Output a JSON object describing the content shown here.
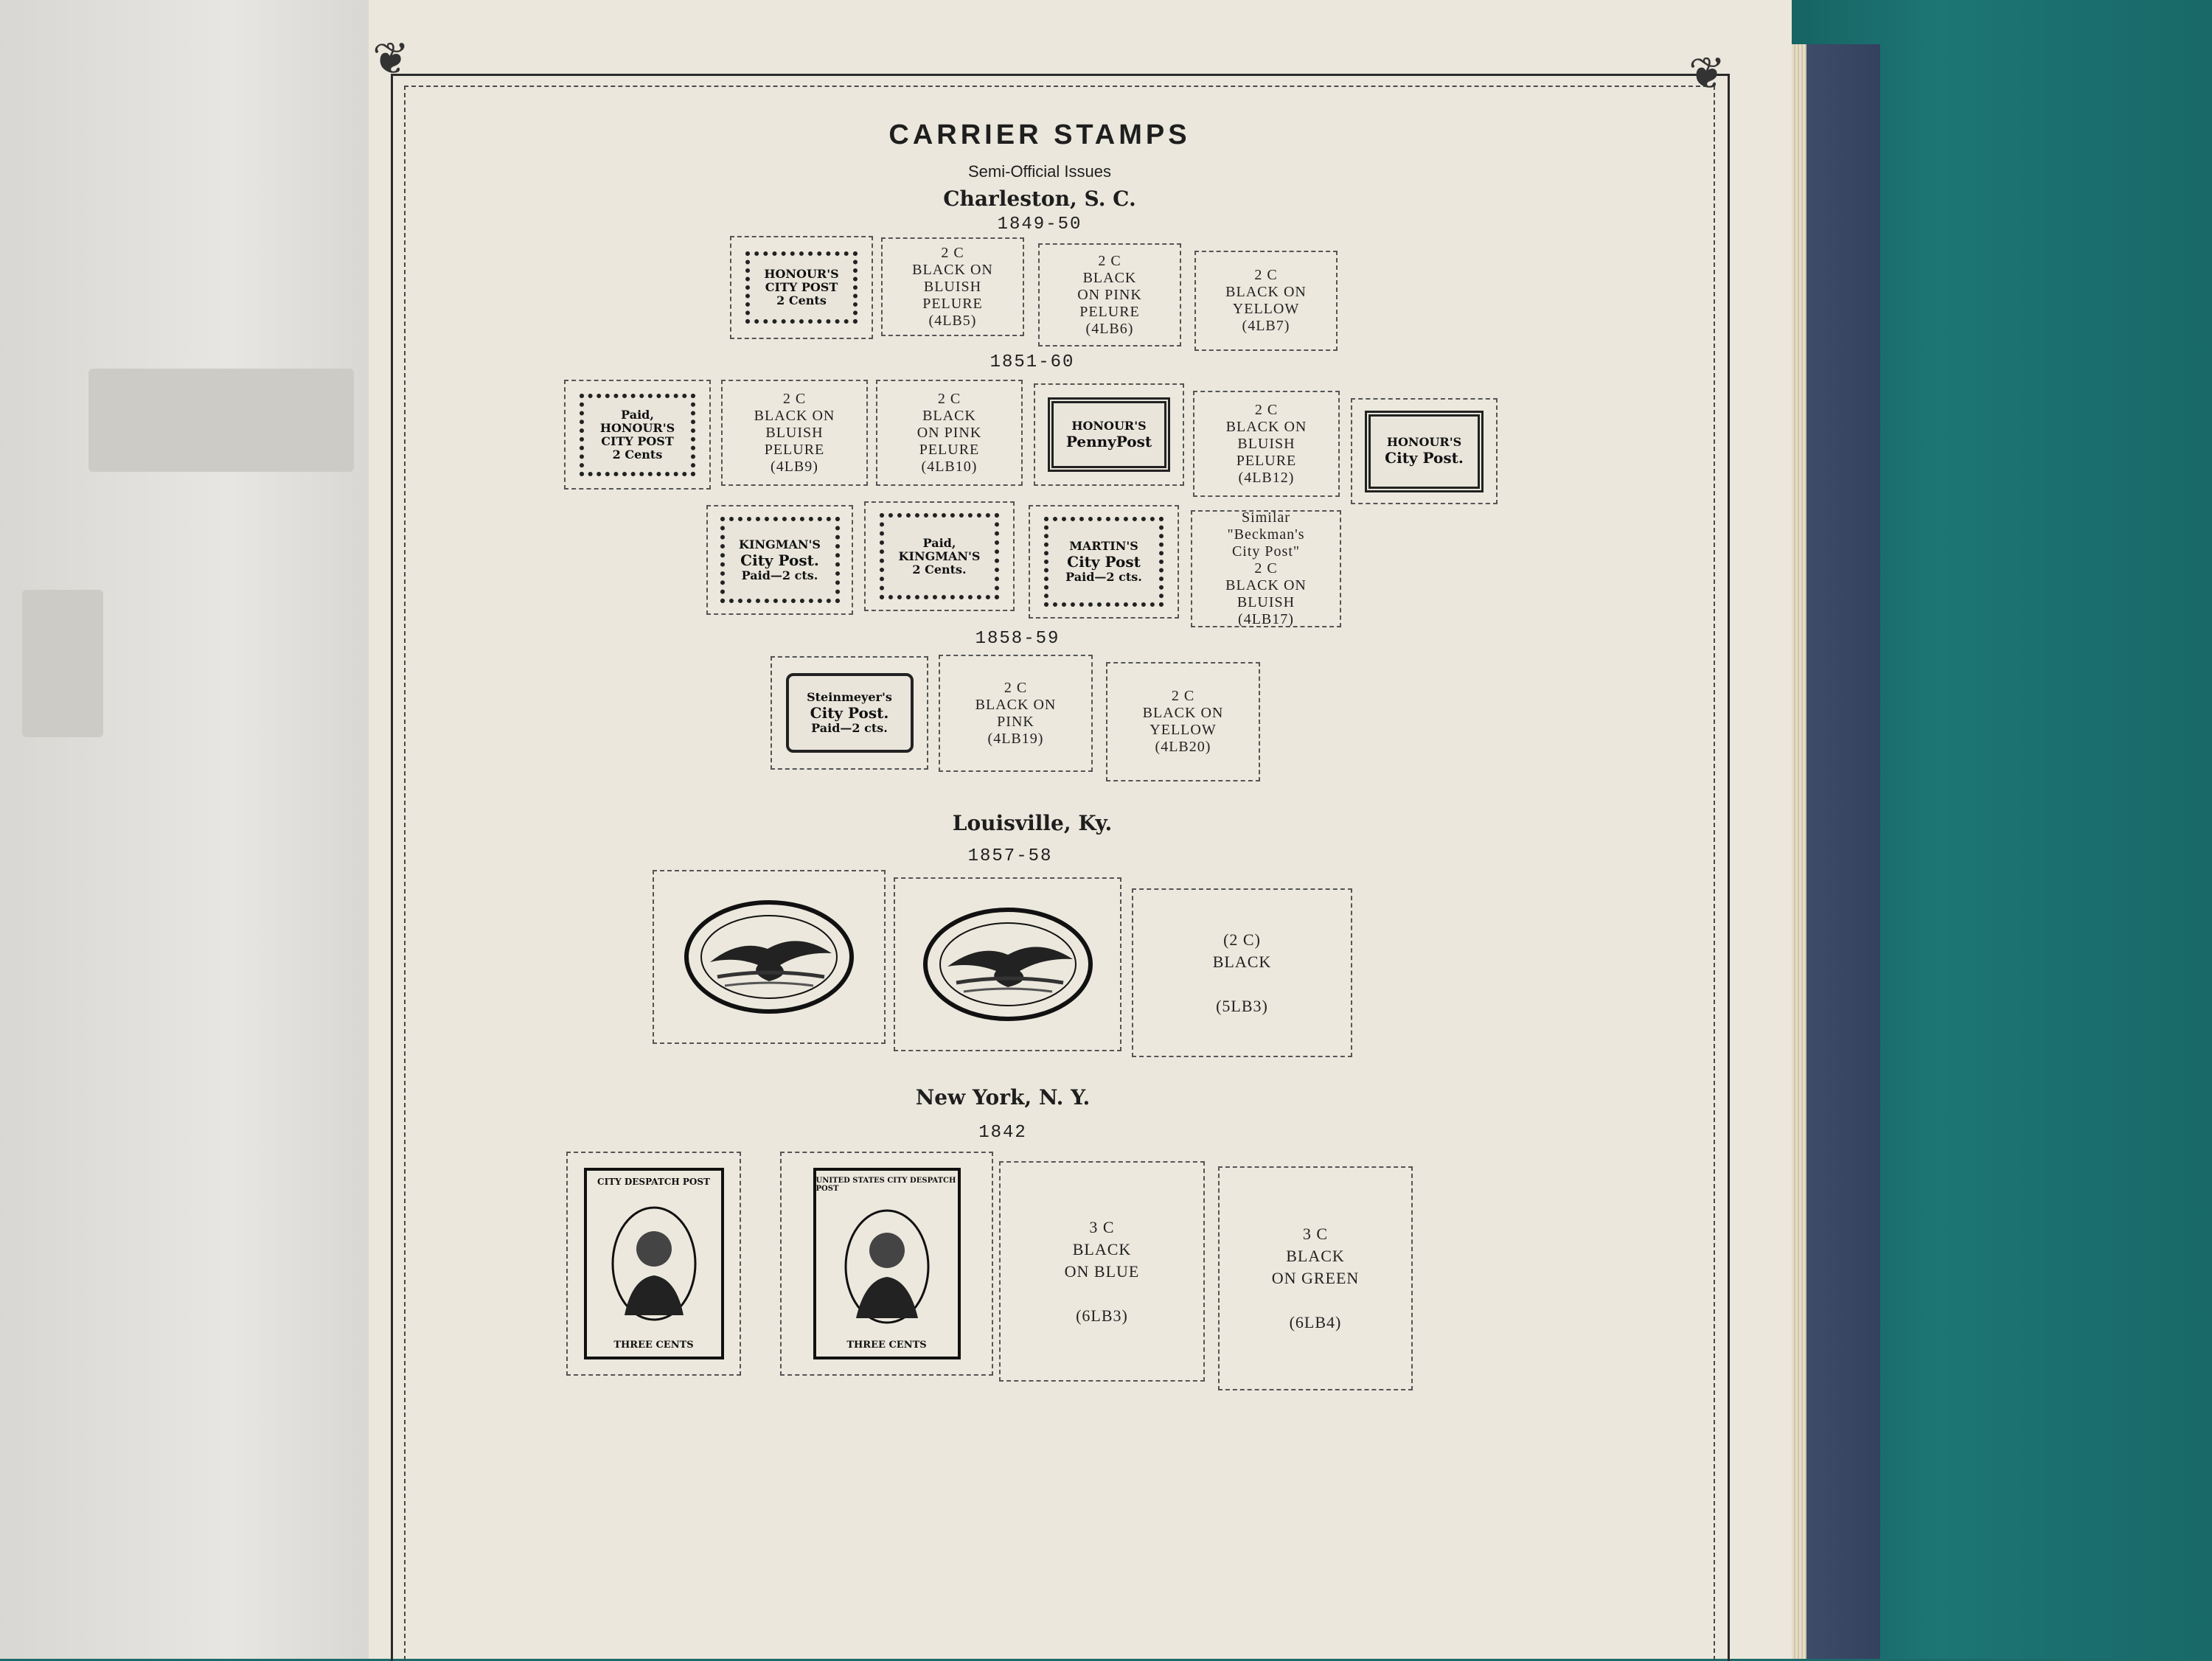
{
  "page": {
    "title": "CARRIER STAMPS",
    "subtitle": "Semi-Official Issues",
    "colors": {
      "paper": "#ebe7dc",
      "ink": "#1e1e1e",
      "table": "#1b6b6a",
      "cover": "#3f4d6b"
    }
  },
  "charleston": {
    "city": "Charleston, S. C.",
    "y1849": "1849-50",
    "r1": {
      "s1": {
        "l1": "HONOUR'S",
        "l2": "CITY POST",
        "l3": "2 Cents"
      },
      "b2": {
        "l1": "2 C",
        "l2": "BLACK ON",
        "l3": "BLUISH",
        "l4": "PELURE",
        "code": "(4LB5)"
      },
      "b3": {
        "l1": "2 C",
        "l2": "BLACK",
        "l3": "ON PINK",
        "l4": "PELURE",
        "code": "(4LB6)"
      },
      "b4": {
        "l1": "2 C",
        "l2": "BLACK ON",
        "l3": "YELLOW",
        "code": "(4LB7)"
      }
    },
    "y1851": "1851-60",
    "r2": {
      "s1": {
        "l1": "Paid,",
        "l2": "HONOUR'S",
        "l3": "CITY POST",
        "l4": "2 Cents"
      },
      "b2": {
        "l1": "2 C",
        "l2": "BLACK ON",
        "l3": "BLUISH",
        "l4": "PELURE",
        "code": "(4LB9)"
      },
      "b3": {
        "l1": "2 C",
        "l2": "BLACK",
        "l3": "ON PINK",
        "l4": "PELURE",
        "code": "(4LB10)"
      },
      "s4": {
        "l1": "HONOUR'S",
        "l2": "PennyPost"
      },
      "b5": {
        "l1": "2 C",
        "l2": "BLACK ON",
        "l3": "BLUISH",
        "l4": "PELURE",
        "code": "(4LB12)"
      },
      "s6": {
        "l1": "HONOUR'S",
        "l2": "City Post."
      }
    },
    "r3": {
      "s1": {
        "l1": "KINGMAN'S",
        "l2": "City Post.",
        "l3": "Paid—2 cts."
      },
      "s2": {
        "l1": "Paid,",
        "l2": "KINGMAN'S",
        "l3": "2 Cents."
      },
      "s3": {
        "l1": "MARTIN'S",
        "l2": "City Post",
        "l3": "Paid—2 cts."
      },
      "b4": {
        "l1": "Similar",
        "l2": "\"Beckman's",
        "l3": "City Post\"",
        "l4": "2 C",
        "l5": "BLACK ON",
        "l6": "BLUISH",
        "code": "(4LB17)"
      }
    },
    "y1858": "1858-59",
    "r4": {
      "s1": {
        "l1": "Steinmeyer's",
        "l2": "City Post.",
        "l3": "Paid—2 cts."
      },
      "b2": {
        "l1": "2 C",
        "l2": "BLACK ON",
        "l3": "PINK",
        "code": "(4LB19)"
      },
      "b3": {
        "l1": "2 C",
        "l2": "BLACK ON",
        "l3": "YELLOW",
        "code": "(4LB20)"
      }
    }
  },
  "louisville": {
    "city": "Louisville, Ky.",
    "year": "1857-58",
    "b3": {
      "l1": "(2 C)",
      "l2": "BLACK",
      "code": "(5LB3)"
    }
  },
  "newyork": {
    "city": "New York, N. Y.",
    "year": "1842",
    "s1": {
      "top": "CITY DESPATCH POST",
      "bottom": "THREE CENTS"
    },
    "s2": {
      "top": "UNITED STATES CITY DESPATCH POST",
      "bottom": "THREE CENTS"
    },
    "b3": {
      "l1": "3 C",
      "l2": "BLACK",
      "l3": "ON BLUE",
      "code": "(6LB3)"
    },
    "b4": {
      "l1": "3 C",
      "l2": "BLACK",
      "l3": "ON GREEN",
      "code": "(6LB4)"
    }
  }
}
